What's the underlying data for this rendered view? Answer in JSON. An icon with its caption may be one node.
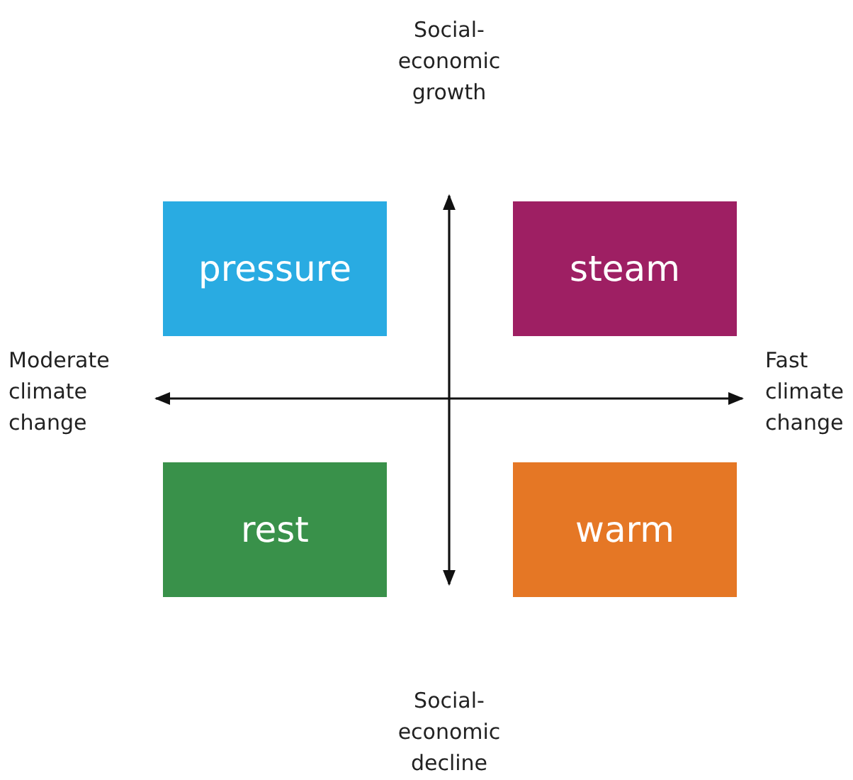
{
  "diagram": {
    "nodes": [
      {
        "text": [
          "pressure"
        ]
      },
      {
        "text": [
          "steam"
        ]
      },
      {
        "text": [
          "rest"
        ]
      },
      {
        "text": [
          "warm"
        ]
      }
    ],
    "labels": [
      "Social-economic growth",
      "Moderate climate change",
      "Fast climate change",
      "Social-economic decline"
    ]
  }
}
